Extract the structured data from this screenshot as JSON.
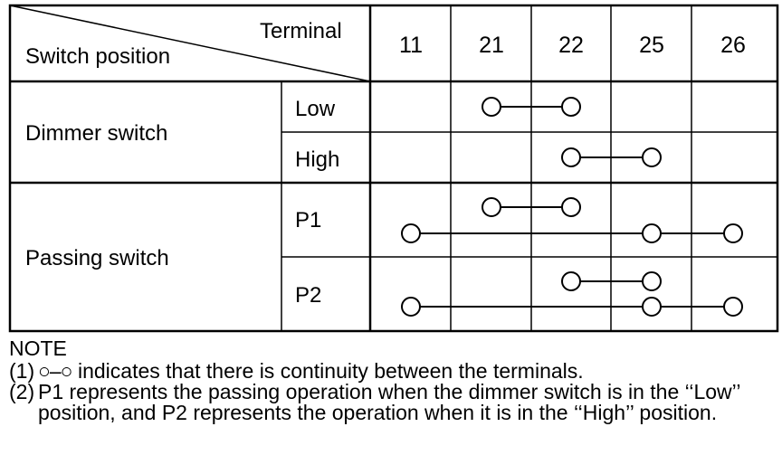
{
  "table": {
    "corner_top": "Terminal",
    "corner_bottom": "Switch position",
    "terminals": [
      "11",
      "21",
      "22",
      "25",
      "26"
    ],
    "groups": [
      {
        "name": "Dimmer switch",
        "positions": [
          {
            "label": "Low",
            "connections": [
              [
                "21",
                "22"
              ]
            ]
          },
          {
            "label": "High",
            "connections": [
              [
                "22",
                "25"
              ]
            ]
          }
        ]
      },
      {
        "name": "Passing switch",
        "positions": [
          {
            "label": "P1",
            "connections": [
              [
                "21",
                "22"
              ],
              [
                "11",
                "25",
                "26"
              ]
            ]
          },
          {
            "label": "P2",
            "connections": [
              [
                "22",
                "25"
              ],
              [
                "11",
                "25",
                "26"
              ]
            ]
          }
        ]
      }
    ]
  },
  "notes": {
    "title": "NOTE",
    "items": [
      {
        "num": "(1)",
        "symbol": "○–○",
        "text": " indicates that there is continuity between the terminals."
      },
      {
        "num": "(2)",
        "symbol": "",
        "text": "P1 represents the passing operation when the dimmer switch is in the ‘‘Low’’ position, and P2 represents the operation when it is in the ‘‘High’’ position."
      }
    ]
  }
}
